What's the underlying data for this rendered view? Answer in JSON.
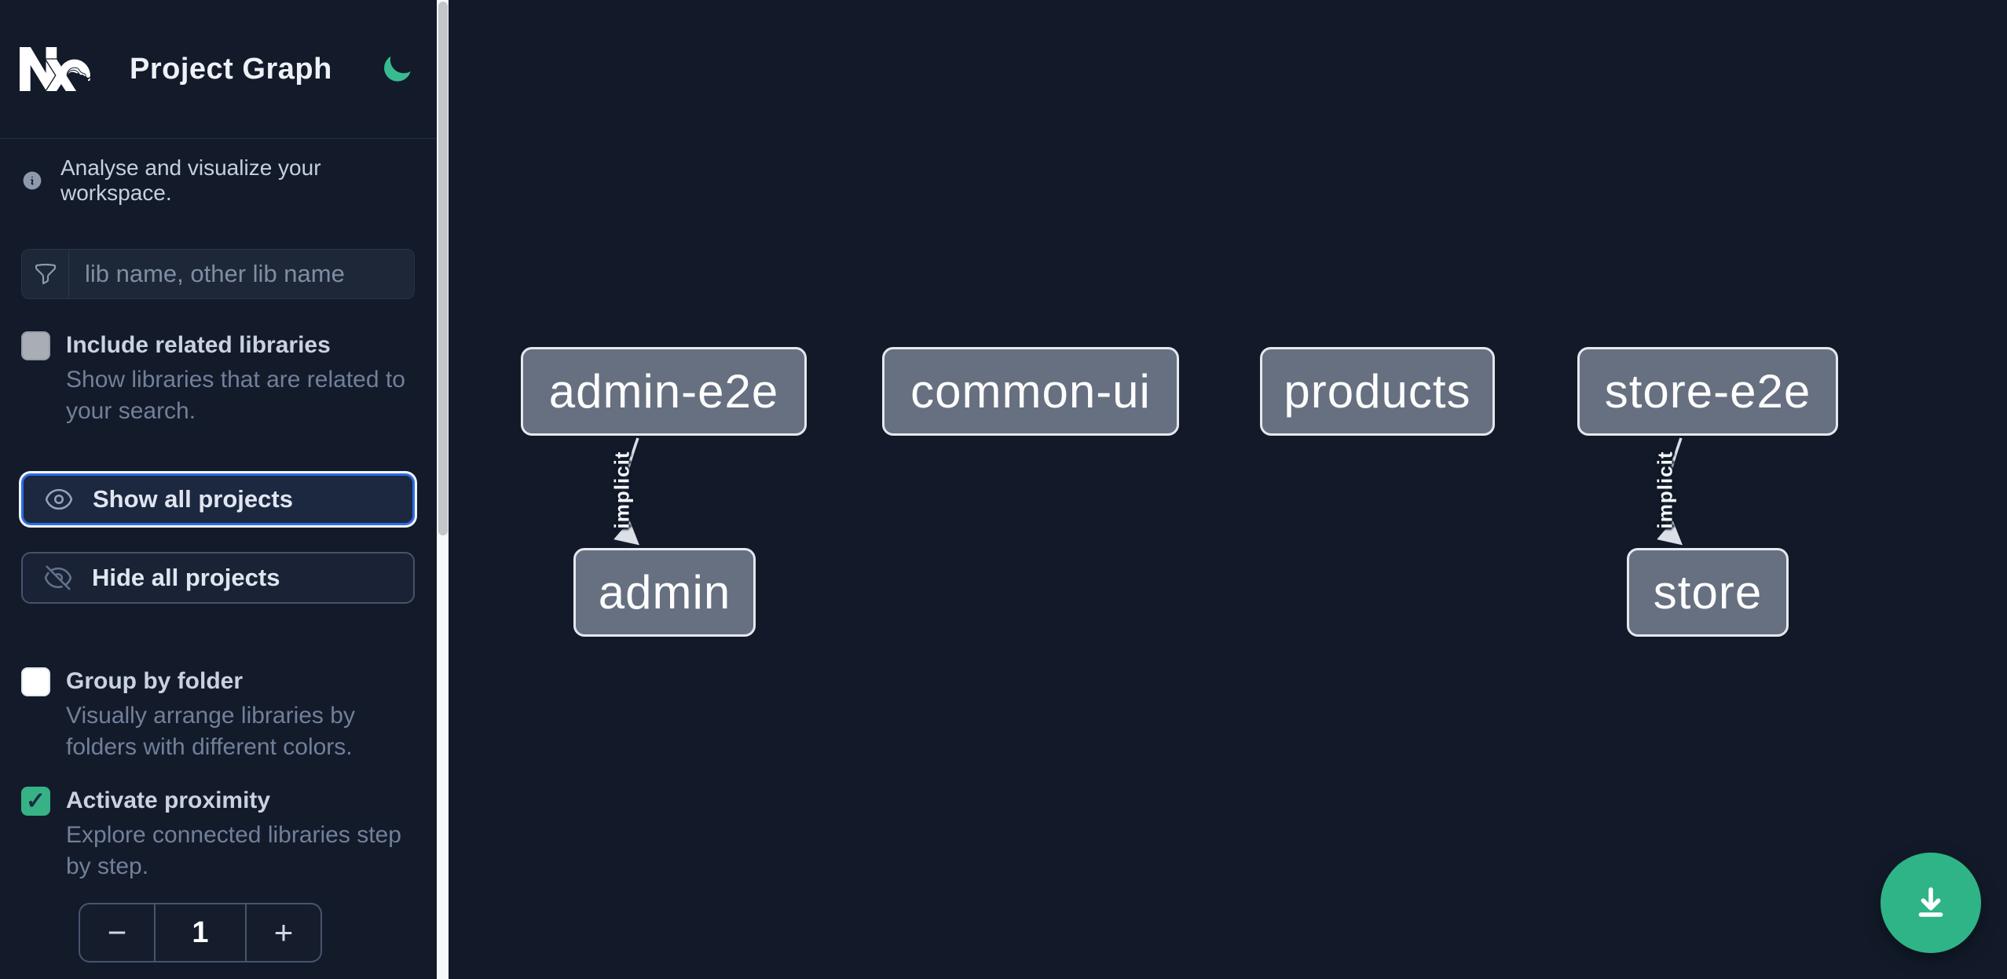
{
  "header": {
    "title": "Project Graph",
    "logo": "nx-logo",
    "theme_icon": "moon-icon"
  },
  "intro": {
    "text": "Analyse and visualize your workspace."
  },
  "search": {
    "placeholder": "lib name, other lib name",
    "value": ""
  },
  "filters": {
    "include_related": {
      "label": "Include related libraries",
      "description": "Show libraries that are related to your search.",
      "checked": false,
      "disabled": true
    },
    "group_by_folder": {
      "label": "Group by folder",
      "description": "Visually arrange libraries by folders with different colors.",
      "checked": false
    },
    "activate_proximity": {
      "label": "Activate proximity",
      "description": "Explore connected libraries step by step.",
      "checked": true,
      "check_glyph": "✓"
    }
  },
  "actions": {
    "show_all": "Show all projects",
    "hide_all": "Hide all projects"
  },
  "proximity_stepper": {
    "decrement": "−",
    "value": "1",
    "increment": "+"
  },
  "graph": {
    "nodes": [
      {
        "label": "admin-e2e"
      },
      {
        "label": "common-ui"
      },
      {
        "label": "products"
      },
      {
        "label": "store-e2e"
      },
      {
        "label": "admin"
      },
      {
        "label": "store"
      }
    ],
    "edges": [
      {
        "from": "admin-e2e",
        "to": "admin",
        "label": "implicit"
      },
      {
        "from": "store-e2e",
        "to": "store",
        "label": "implicit"
      }
    ]
  },
  "fab": {
    "icon": "download-icon"
  },
  "colors": {
    "background": "#121a29",
    "accent_green": "#36b286",
    "focus_blue": "#2e6be4",
    "node_fill": "#677080",
    "node_border": "#e5e8ed",
    "edge": "#d9dee6",
    "scrollbar_track": "#f7f8f9",
    "scrollbar_thumb": "#c2c5c9"
  }
}
